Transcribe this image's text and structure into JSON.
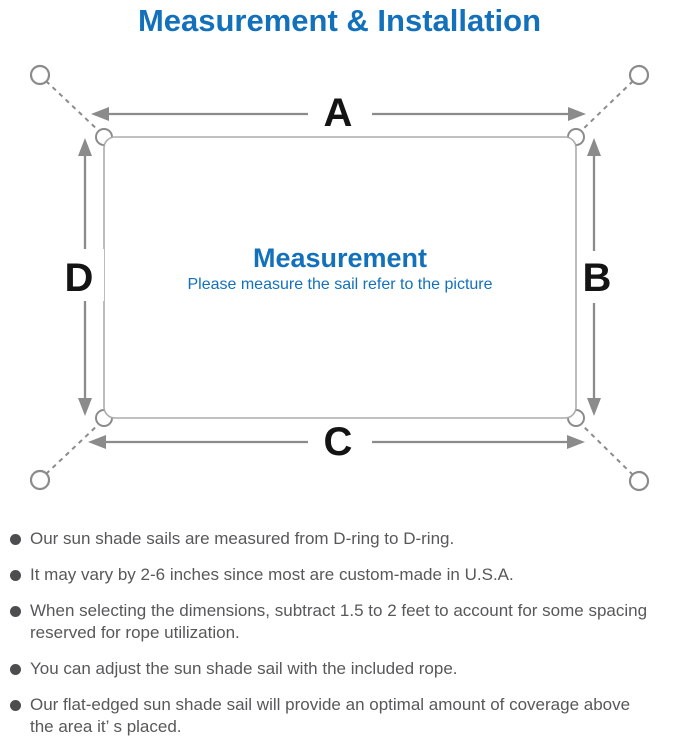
{
  "title": "Measurement & Installation",
  "diagram": {
    "labels": {
      "top": "A",
      "right": "B",
      "bottom": "C",
      "left": "D"
    },
    "center_title": "Measurement",
    "center_subtitle": "Please measure the sail refer to the picture"
  },
  "bullets": [
    "Our sun shade sails are measured from D-ring to D-ring.",
    "It may vary by 2-6 inches since most are custom-made in U.S.A.",
    "When selecting the dimensions, subtract 1.5 to 2 feet to account for some spacing\nreserved for rope utilization.",
    "You can adjust the sun shade sail with the included rope.",
    "Our flat-edged sun shade sail will provide an optimal amount of coverage above\nthe area it’ s placed."
  ],
  "colors": {
    "accent_blue": "#1371BC",
    "line_gray": "#8B8B8B",
    "outline_gray": "#ABABAB",
    "text_gray": "#58585A",
    "label_black": "#141414"
  }
}
